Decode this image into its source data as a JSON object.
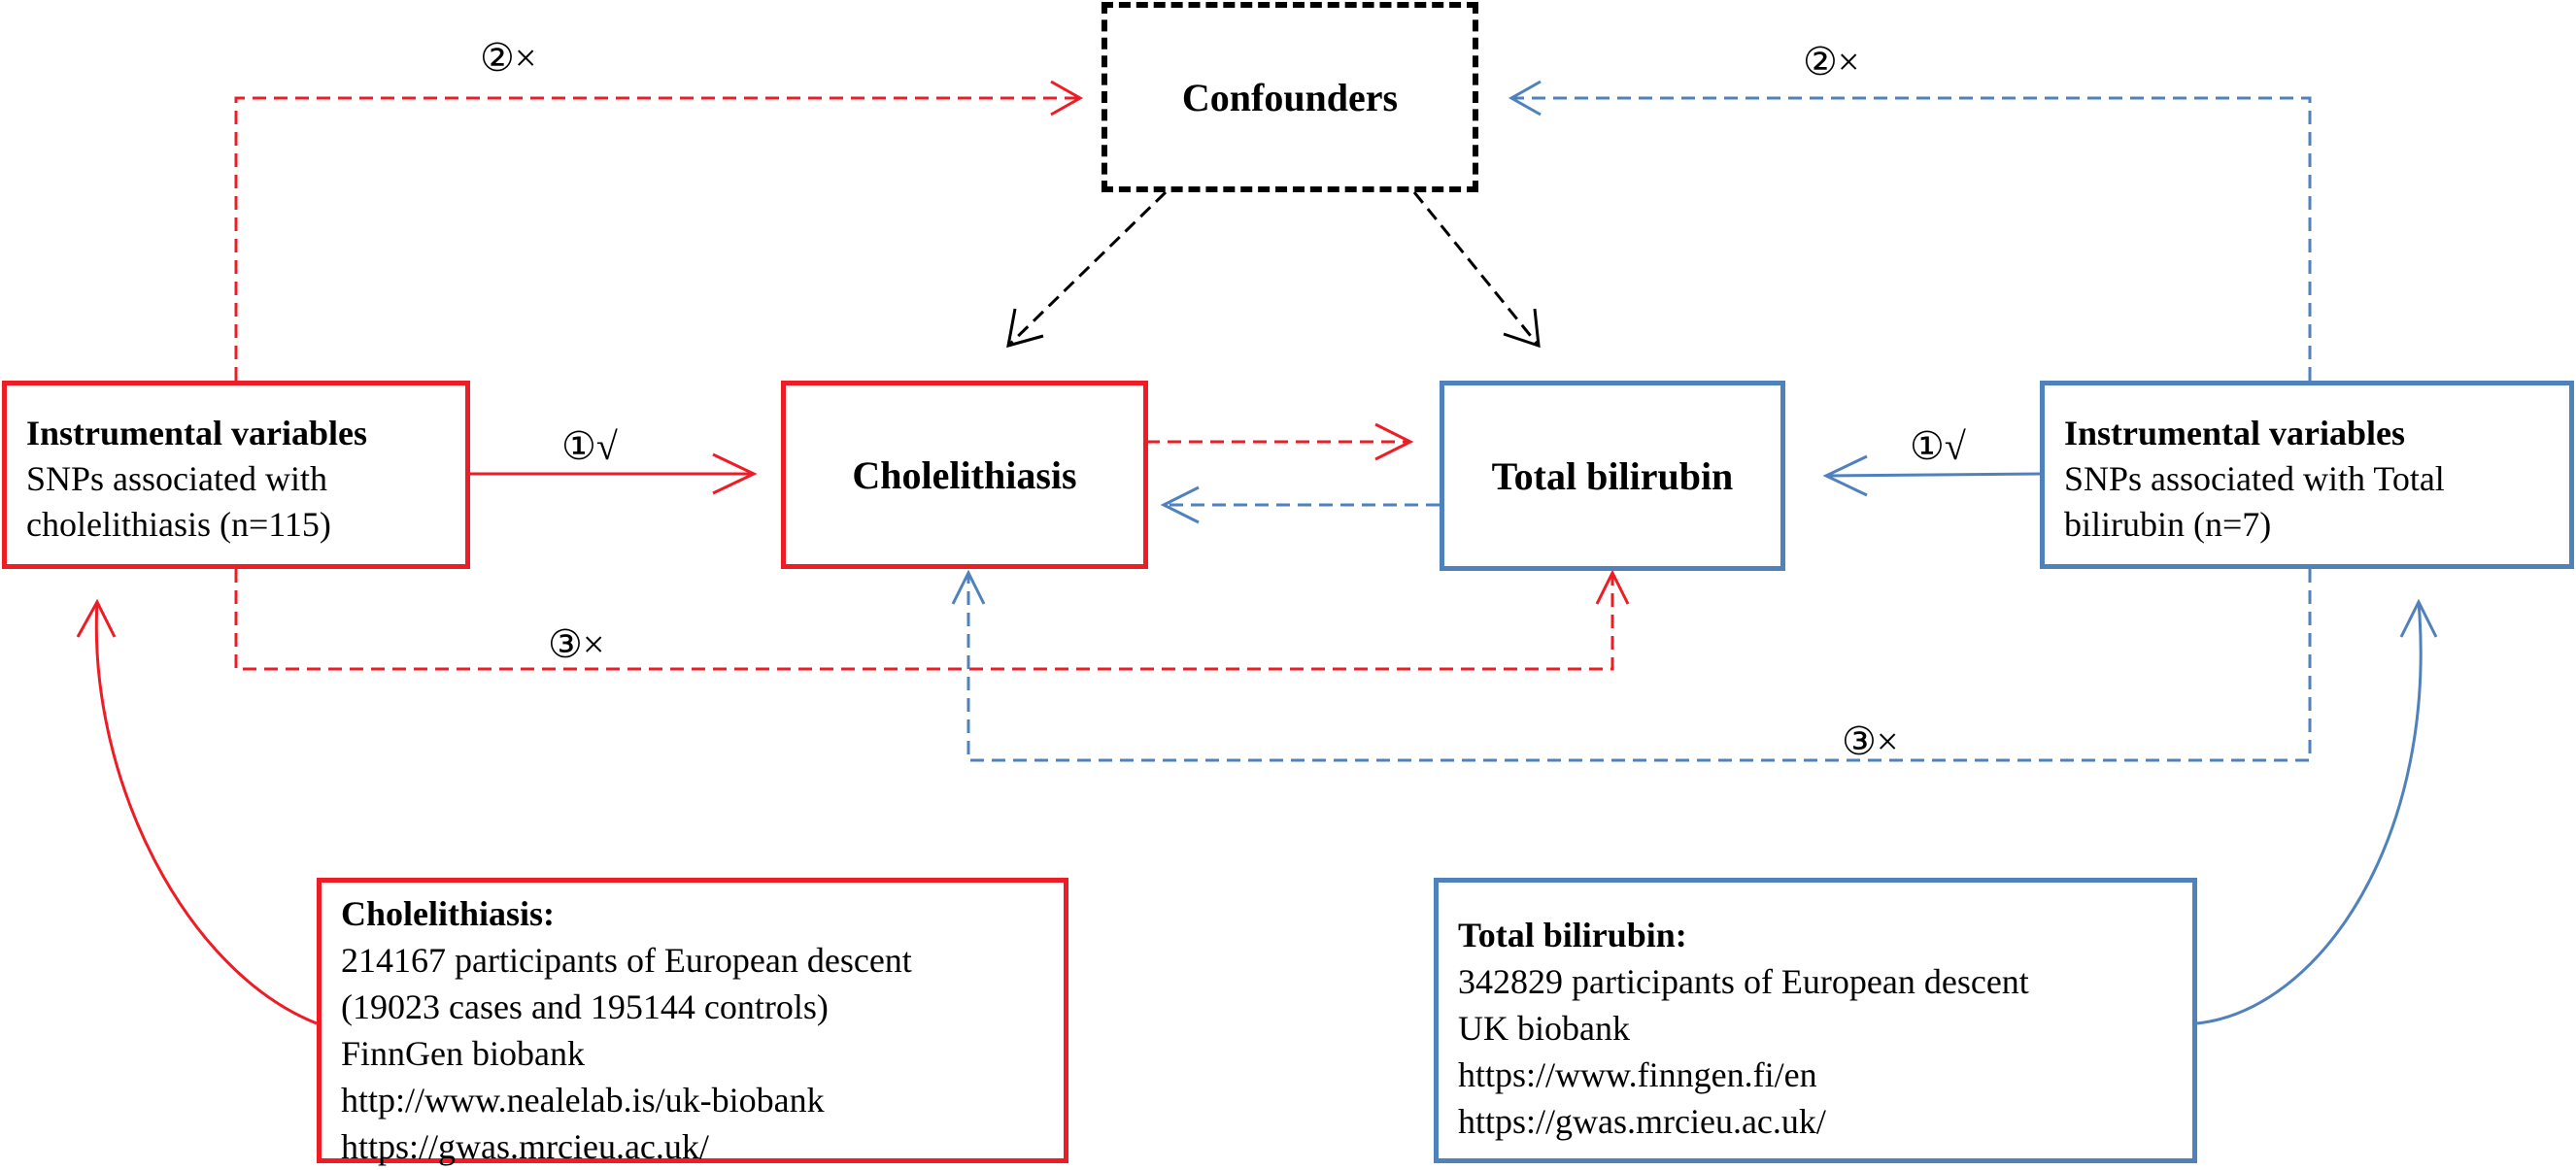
{
  "colors": {
    "exposure_red": "#ee1c25",
    "outcome_blue": "#4f81bd",
    "confounder_black": "#000000"
  },
  "nodes": {
    "confounders": "Confounders",
    "cholelithiasis": "Cholelithiasis",
    "total_bilirubin": "Total bilirubin",
    "iv_left": {
      "title": "Instrumental variables",
      "lines": [
        "SNPs associated with",
        "cholelithiasis (n=115)"
      ]
    },
    "iv_right": {
      "title": "Instrumental variables",
      "lines": [
        "SNPs associated with Total",
        "bilirubin (n=7)"
      ]
    }
  },
  "sources": {
    "left": {
      "title": "Cholelithiasis:",
      "lines": [
        "214167 participants of European descent",
        "(19023 cases and 195144 controls)",
        "FinnGen biobank",
        "http://www.nealelab.is/uk-biobank",
        "https://gwas.mrcieu.ac.uk/"
      ]
    },
    "right": {
      "title": "Total bilirubin:",
      "lines": [
        "342829 participants of European descent",
        "UK biobank",
        "https://www.finngen.fi/en",
        "https://gwas.mrcieu.ac.uk/"
      ]
    }
  },
  "assumptions": {
    "a1_symbol": "①",
    "a1_mark": "√",
    "a2_symbol": "②",
    "a2_mark": "×",
    "a3_symbol": "③",
    "a3_mark": "×"
  }
}
